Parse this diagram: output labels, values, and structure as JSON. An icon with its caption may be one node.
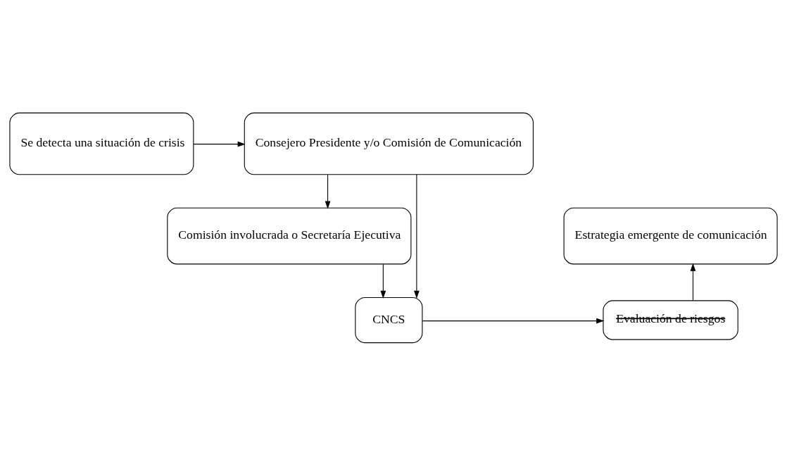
{
  "diagram": {
    "nodes": [
      {
        "text": [
          "Se detecta una situación de crisis"
        ]
      },
      {
        "text": [
          "Consejero Presidente y/o Comisión de Comunicación"
        ]
      },
      {
        "text": [
          "Estrategia emergente de comunicación"
        ]
      },
      {
        "text": [
          "Comisión involucrada o Secretaría Ejecutiva"
        ]
      },
      {
        "text": [
          "Evaluación de riesgos"
        ]
      },
      {
        "text": [
          "CNCS"
        ]
      }
    ],
    "edges": [
      {
        "from": 0,
        "to": 1,
        "arrow": "to"
      },
      {
        "from": 1,
        "to": 3,
        "arrow": "to"
      },
      {
        "from": 1,
        "to": 5,
        "arrow": "to"
      },
      {
        "from": 3,
        "to": 5,
        "arrow": "to"
      },
      {
        "from": 5,
        "to": 4,
        "arrow": "to"
      },
      {
        "from": 4,
        "to": 2,
        "arrow": "to"
      }
    ]
  }
}
